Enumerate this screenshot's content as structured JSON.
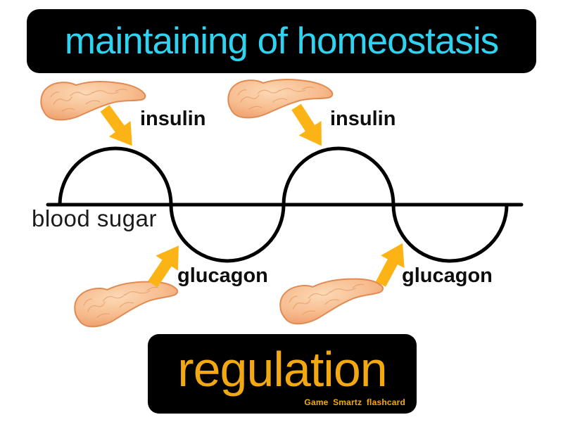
{
  "title": {
    "text": "maintaining of homeostasis"
  },
  "diagram": {
    "baseline_label": "blood sugar",
    "labels": [
      {
        "position": "top-left",
        "text": "insulin"
      },
      {
        "position": "top-right",
        "text": "insulin"
      },
      {
        "position": "bottom-left",
        "text": "glucagon"
      },
      {
        "position": "bottom-right",
        "text": "glucagon"
      }
    ]
  },
  "footer": {
    "text": "regulation",
    "credit": "Game Smartz flashcard"
  },
  "colors": {
    "banner_bg": "#000000",
    "title_text": "#2fd3f0",
    "regulation_text": "#f2a813",
    "arrow": "#fbb316",
    "wave": "#000000",
    "pancreas_light": "#fcd9b6",
    "pancreas_mid": "#f7bd90",
    "pancreas_dark": "#ed9a66",
    "pancreas_outline": "#e08b52"
  }
}
